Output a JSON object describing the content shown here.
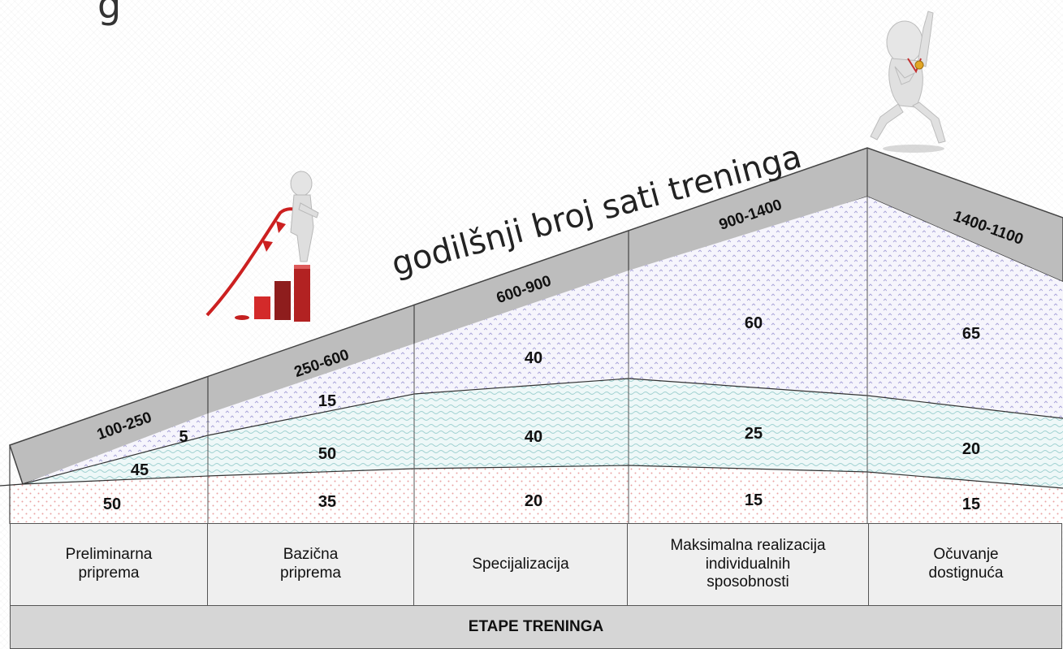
{
  "banner": "godilšnji broj sati treninga",
  "hours": [
    "100-250",
    "250-600",
    "600-900",
    "900-1400",
    "1400-1100"
  ],
  "columns": [
    {
      "top": "5",
      "mid": "45",
      "bottom": "50"
    },
    {
      "top": "15",
      "mid": "50",
      "bottom": "35"
    },
    {
      "top": "40",
      "mid": "40",
      "bottom": "20"
    },
    {
      "top": "60",
      "mid": "25",
      "bottom": "15"
    },
    {
      "top": "65",
      "mid": "20",
      "bottom": "15"
    }
  ],
  "stages": [
    "Preliminarna\npriprema",
    "Bazična\npriprema",
    "Specijalizacija",
    "Maksimalna realizacija\nindividualnih\nsposobnosti",
    "Očuvanje\ndostignuća"
  ],
  "footer": "ETAPE TRENINGA",
  "icons": [
    "figure-climbing-bar-chart-icon",
    "figure-jumping-with-medal-icon"
  ]
}
